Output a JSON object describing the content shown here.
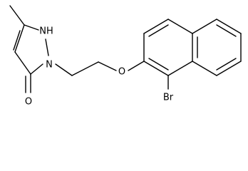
{
  "molecule": {
    "atom_labels": {
      "nh": "NH",
      "n": "N",
      "o_carbonyl": "O",
      "o_ether": "O",
      "br": "Br"
    }
  },
  "colors": {
    "bond": "#000000",
    "label": "#000000",
    "background": "#ffffff"
  }
}
